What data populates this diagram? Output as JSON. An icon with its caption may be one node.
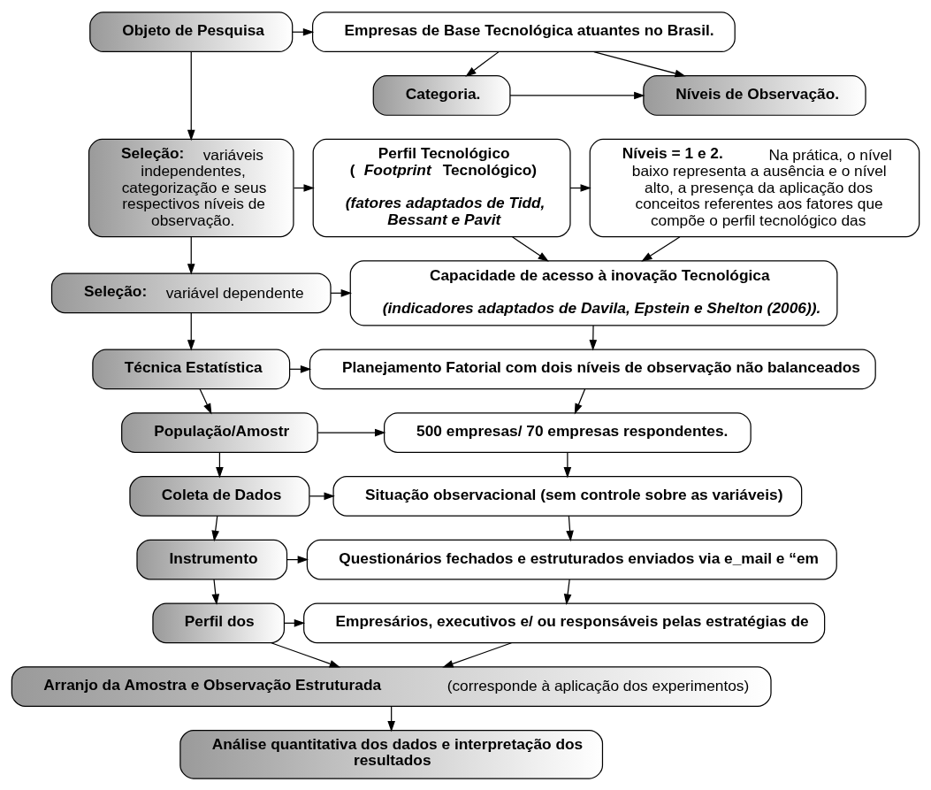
{
  "diagram": {
    "nodes": [
      {
        "text": [
          "Objeto de Pesquisa"
        ]
      },
      {
        "text": [
          "Empresas de Base Tecnológica atuantes no Brasil."
        ]
      },
      {
        "text": [
          "**Seleção:** variáveis independentes, categorização e seus respectivos níveis de observação."
        ]
      },
      {
        "text": [
          "Categoria."
        ]
      },
      {
        "text": [
          "Níveis de Observação."
        ]
      },
      {
        "text": [
          "Perfil Tecnológico (*Footprint* Tecnológico)",
          "(fatores adaptados de Tidd, Bessant e Pavit"
        ]
      },
      {
        "text": [
          "**Níveis = 1 e 2.** Na prática, o nível baixo representa a ausência e o nível alto, a presença da aplicação dos conceitos referentes aos fatores que compõe o perfil tecnológico das"
        ]
      },
      {
        "text": [
          "**Seleção:** variável dependente"
        ]
      },
      {
        "text": [
          "Capacidade de acesso à inovação Tecnológica",
          "(indicadores adaptados de Davila, Epstein e Shelton (2006))."
        ]
      },
      {
        "text": [
          "Técnica Estatística"
        ]
      },
      {
        "text": [
          "Planejamento Fatorial com dois níveis de observação não balanceados"
        ]
      },
      {
        "text": [
          "População/Amostr"
        ]
      },
      {
        "text": [
          "500 empresas/ 70 empresas respondentes."
        ]
      },
      {
        "text": [
          "Coleta de Dados"
        ]
      },
      {
        "text": [
          "Situação observacional (sem controle sobre as variáveis)"
        ]
      },
      {
        "text": [
          "Instrumento"
        ]
      },
      {
        "text": [
          "Questionários fechados e estruturados enviados via e_mail e “em"
        ]
      },
      {
        "text": [
          "Perfil dos"
        ]
      },
      {
        "text": [
          "Empresários, executivos e/ ou responsáveis pelas estratégias de"
        ]
      },
      {
        "text": [
          "**Arranjo da Amostra e Observação Estruturada** (corresponde à aplicação dos experimentos)"
        ]
      },
      {
        "text": [
          "Análise quantitativa dos dados e interpretação dos resultados"
        ]
      }
    ],
    "edges": [
      {
        "from": 0,
        "to": 1,
        "arrow": "to"
      },
      {
        "from": 0,
        "to": 2,
        "arrow": "to"
      },
      {
        "from": 1,
        "to": 3,
        "arrow": "to"
      },
      {
        "from": 1,
        "to": 4,
        "arrow": "to"
      },
      {
        "from": 3,
        "to": 4,
        "arrow": "to"
      },
      {
        "from": 2,
        "to": 5,
        "arrow": "to"
      },
      {
        "from": 5,
        "to": 6,
        "arrow": "to"
      },
      {
        "from": 2,
        "to": 7,
        "arrow": "to"
      },
      {
        "from": 5,
        "to": 8,
        "arrow": "to"
      },
      {
        "from": 6,
        "to": 8,
        "arrow": "to"
      },
      {
        "from": 7,
        "to": 8,
        "arrow": "to"
      },
      {
        "from": 7,
        "to": 9,
        "arrow": "to"
      },
      {
        "from": 8,
        "to": 10,
        "arrow": "to"
      },
      {
        "from": 9,
        "to": 10,
        "arrow": "to"
      },
      {
        "from": 9,
        "to": 11,
        "arrow": "to"
      },
      {
        "from": 10,
        "to": 12,
        "arrow": "to"
      },
      {
        "from": 11,
        "to": 12,
        "arrow": "to"
      },
      {
        "from": 11,
        "to": 13,
        "arrow": "to"
      },
      {
        "from": 12,
        "to": 14,
        "arrow": "to"
      },
      {
        "from": 13,
        "to": 14,
        "arrow": "to"
      },
      {
        "from": 13,
        "to": 15,
        "arrow": "to"
      },
      {
        "from": 14,
        "to": 16,
        "arrow": "to"
      },
      {
        "from": 15,
        "to": 16,
        "arrow": "to"
      },
      {
        "from": 15,
        "to": 17,
        "arrow": "to"
      },
      {
        "from": 16,
        "to": 18,
        "arrow": "to"
      },
      {
        "from": 17,
        "to": 18,
        "arrow": "to"
      },
      {
        "from": 17,
        "to": 19,
        "arrow": "to"
      },
      {
        "from": 18,
        "to": 19,
        "arrow": "to"
      },
      {
        "from": 19,
        "to": 20,
        "arrow": "to"
      }
    ]
  }
}
